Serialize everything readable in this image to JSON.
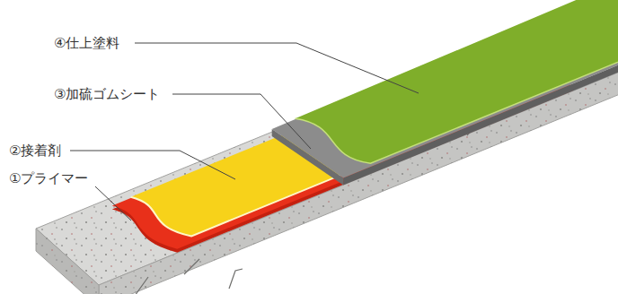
{
  "diagram": {
    "labels": [
      "④仕上塗料",
      "③加硫ゴムシート",
      "②接着剤",
      "①プライマー"
    ]
  }
}
